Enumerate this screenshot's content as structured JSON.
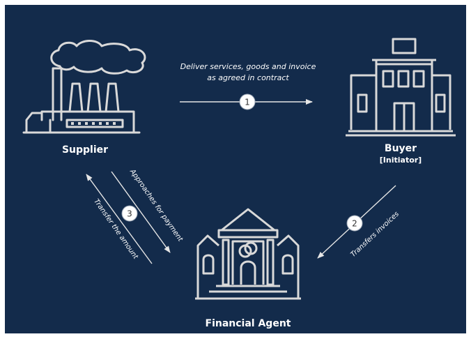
{
  "colors": {
    "background": "#132b4b",
    "line": "#d9d9d9",
    "text": "#ffffff",
    "badge": "#ffffff"
  },
  "nodes": {
    "supplier": {
      "label": "Supplier",
      "icon": "factory-icon"
    },
    "buyer": {
      "label": "Buyer",
      "sublabel": "[Initiator]",
      "icon": "office-building-icon"
    },
    "agent": {
      "label": "Financial Agent",
      "icon": "bank-icon"
    }
  },
  "flows": {
    "deliver": {
      "label_line1": "Deliver services, goods and invoice",
      "label_line2": "as agreed in contract",
      "step": "1"
    },
    "transfer_invoices": {
      "label": "Transfers invoices",
      "step": "2"
    },
    "approaches": {
      "label": "Approaches for payment",
      "step": "3"
    },
    "transfer_amount": {
      "label": "Transfer the amount"
    }
  }
}
